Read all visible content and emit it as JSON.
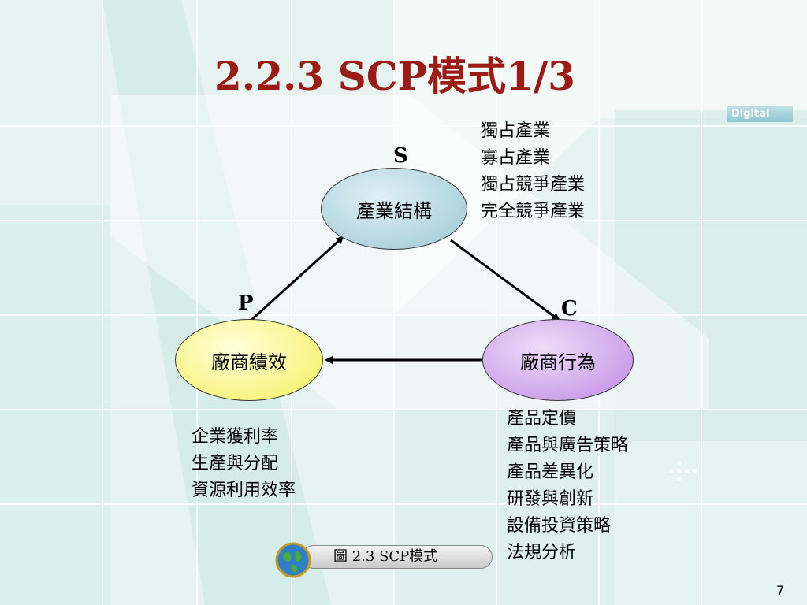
{
  "slide": {
    "title": "2.2.3  SCP模式1/3",
    "badge": "Digital",
    "page_number": "7"
  },
  "diagram": {
    "structure": {
      "label": "產業結構",
      "letter": "S",
      "color": "#a9d0dc"
    },
    "performance": {
      "label": "廠商績效",
      "letter": "P",
      "color": "#f7f277"
    },
    "conduct": {
      "label": "廠商行為",
      "letter": "C",
      "color": "#c89ae8"
    },
    "structure_items": [
      "獨占產業",
      "寡占產業",
      "獨占競爭產業",
      "完全競爭產業"
    ],
    "performance_items": [
      "企業獲利率",
      "生產與分配",
      "資源利用效率"
    ],
    "conduct_items": [
      "產品定價",
      "產品與廣告策略",
      "產品差異化",
      "研發與創新",
      "設備投資策略",
      "法規分析"
    ],
    "caption": "圖 2.3   SCP模式"
  },
  "colors": {
    "title": "#9b1c14",
    "background": "#e7f3f1"
  }
}
